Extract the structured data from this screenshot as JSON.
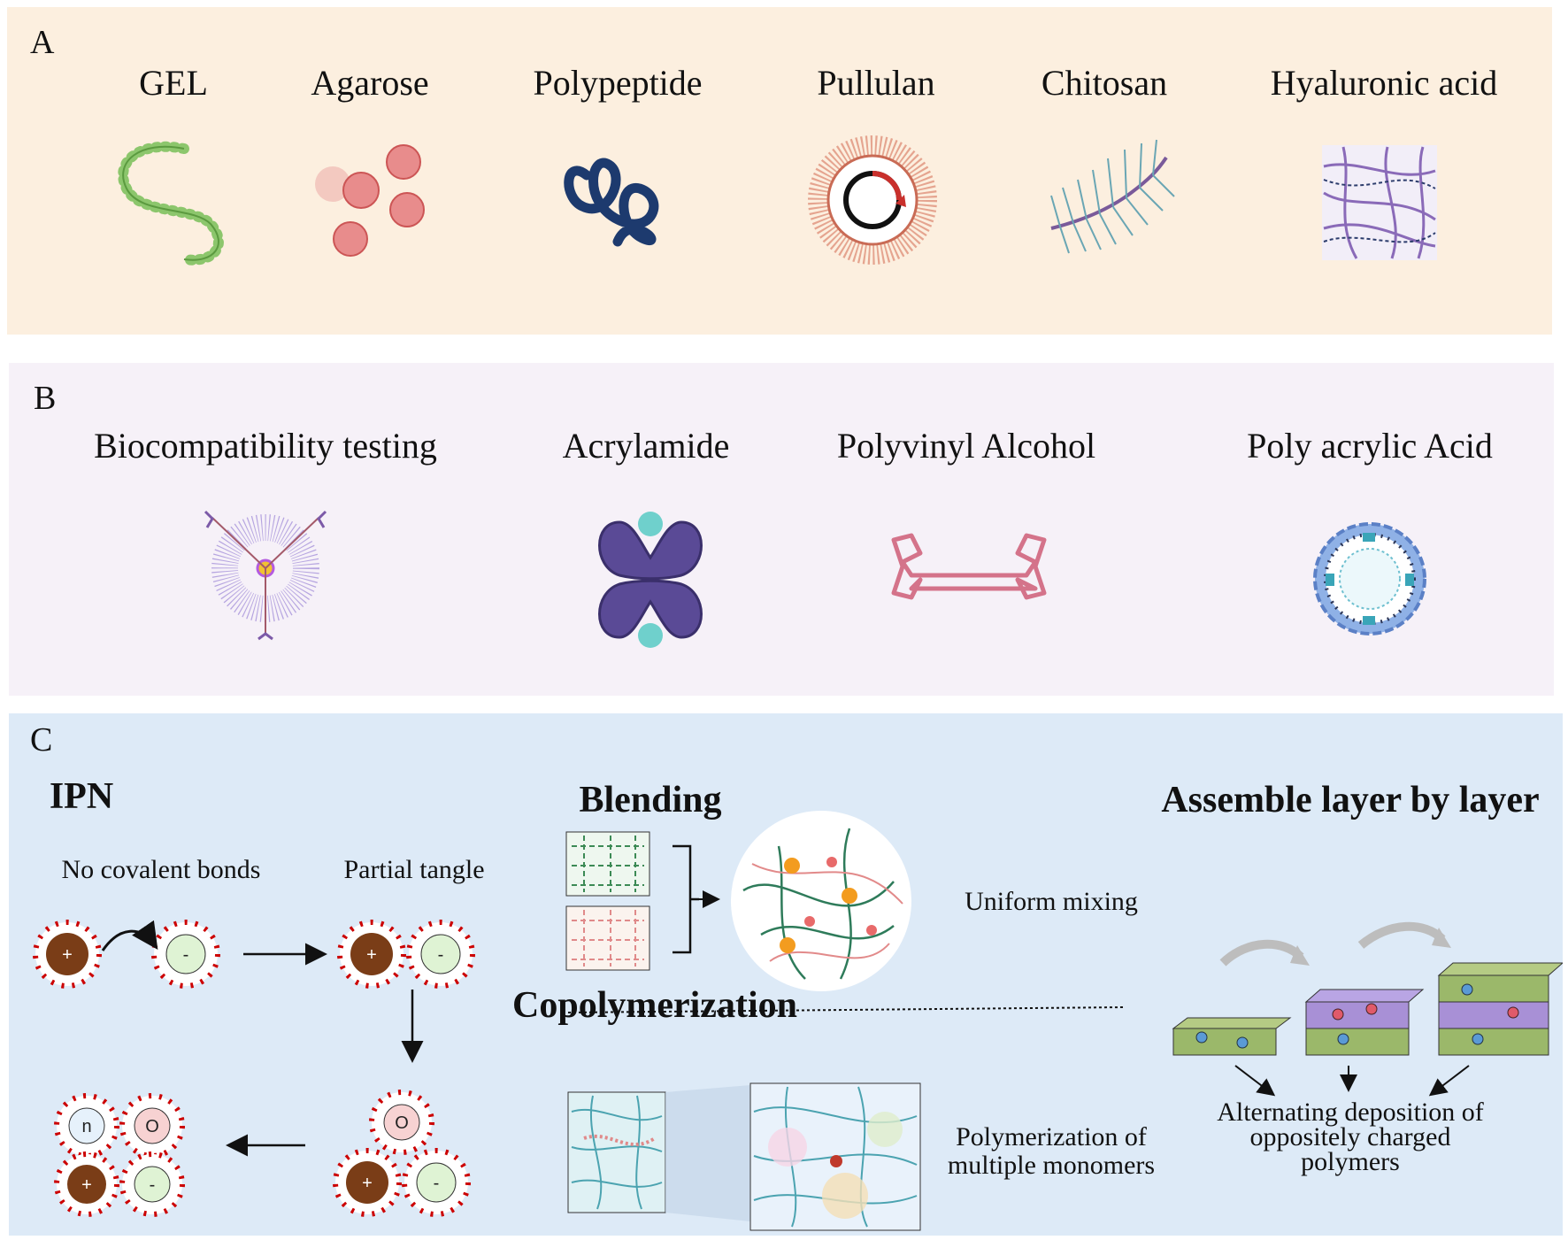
{
  "panel_a": {
    "label": "A",
    "items": [
      {
        "name": "GEL",
        "icon": "green-bead-chain-icon"
      },
      {
        "name": "Agarose",
        "icon": "red-spheres-icon"
      },
      {
        "name": "Polypeptide",
        "icon": "coiled-protein-icon"
      },
      {
        "name": "Pullulan",
        "icon": "liposome-ring-icon"
      },
      {
        "name": "Chitosan",
        "icon": "branched-chain-icon"
      },
      {
        "name": "Hyaluronic acid",
        "icon": "fiber-network-icon"
      }
    ]
  },
  "panel_b": {
    "label": "B",
    "items": [
      {
        "name": "Biocompatibility testing",
        "icon": "star-micelle-icon"
      },
      {
        "name": "Acrylamide",
        "icon": "dimer-protein-icon"
      },
      {
        "name": "Polyvinyl Alcohol",
        "icon": "bracket-linker-icon"
      },
      {
        "name": "Poly acrylic Acid",
        "icon": "vesicle-icon"
      }
    ]
  },
  "panel_c": {
    "label": "C",
    "ipn": {
      "title": "IPN",
      "step1": "No covalent bonds",
      "step2": "Partial tangle",
      "particles": {
        "plus": "+",
        "minus": "-",
        "n": "n",
        "o": "O"
      }
    },
    "blending": {
      "title": "Blending",
      "caption": "Uniform mixing"
    },
    "copolymerization": {
      "title": "Copolymerization",
      "caption_line1": "Polymerization of",
      "caption_line2": "multiple monomers"
    },
    "lbl": {
      "title": "Assemble layer by layer",
      "caption_line1": "Alternating deposition of",
      "caption_line2": "oppositely charged",
      "caption_line3": "polymers"
    }
  },
  "colors": {
    "panel_a_bg": "#fcefdf",
    "panel_b_bg": "#f6f1f8",
    "panel_c_bg": "#ddeaf7",
    "cation": "#7a3d17",
    "anion": "#dff3d4"
  }
}
